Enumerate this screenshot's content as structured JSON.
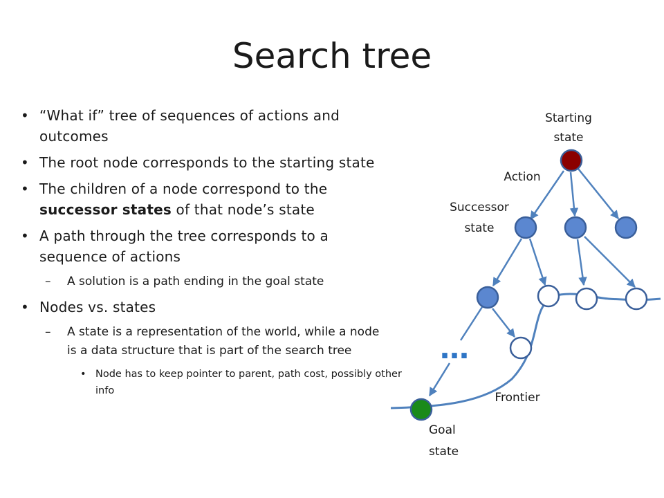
{
  "slide": {
    "title": "Search tree",
    "bullets": [
      "“What if” tree of sequences of actions and outcomes",
      "The root node corresponds to the starting state",
      "The children of a node correspond to the ",
      "successor states",
      " of that node’s state",
      "A path through the tree corresponds to a sequence of actions",
      "A solution is a path ending in the goal state",
      "Nodes vs. states",
      "A state is a representation of the world, while a node is a data structure that is part of the search tree",
      "Node has to keep pointer to parent, path cost, possibly other info"
    ],
    "markers": {
      "level1": "•",
      "level2": "–",
      "level3": "•"
    }
  },
  "diagram": {
    "labels": {
      "starting_state_line1": "Starting",
      "starting_state_line2": "state",
      "action": "Action",
      "successor_line1": "Successor",
      "successor_line2": "state",
      "ellipsis": "…",
      "frontier": "Frontier",
      "goal_line1": "Goal",
      "goal_line2": "state"
    },
    "colors": {
      "root": "#8b0000",
      "expanded": "#5b87d0",
      "frontier_fill": "#ffffff",
      "goal": "#1a8a1a",
      "edge": "#4f81bd",
      "node_stroke": "#3a5f9a"
    }
  }
}
